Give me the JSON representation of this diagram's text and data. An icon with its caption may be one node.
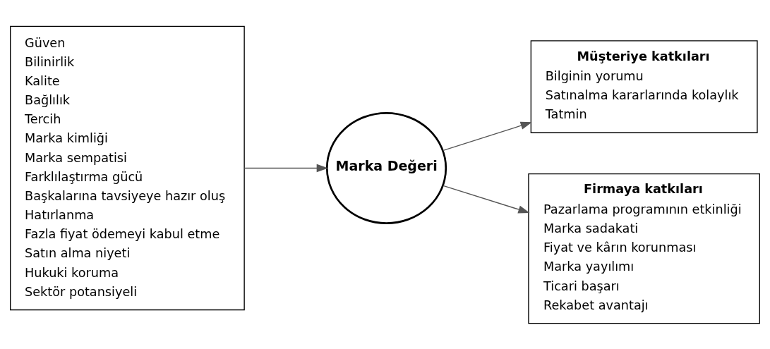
{
  "diagram": {
    "nodes": [
      {
        "text": [
          "Güven",
          "Bilinirlik",
          "Kalite",
          "Bağlılık",
          "Tercih",
          "Marka kimliği",
          "Marka sempatisi",
          "Farklılaştırma gücü",
          "Başkalarına tavsiyeye hazır oluş",
          "Hatırlanma",
          "Fazla fiyat ödemeyi kabul etme",
          "Satın alma niyeti",
          "Hukuki koruma",
          "Sektör potansiyeli"
        ]
      },
      {
        "text": [
          "Marka Değeri"
        ]
      },
      {
        "text": [
          "Müşteriye katkıları",
          "Bilginin yorumu",
          "Satınalma kararlarında kolaylık",
          "Tatmin"
        ]
      },
      {
        "text": [
          "Firmaya katkıları",
          "Pazarlama programının etkinliği",
          "Marka sadakati",
          "Fiyat ve kârın korunması",
          "Marka yayılımı",
          "Ticari başarı",
          "Rekabet avantajı"
        ]
      }
    ],
    "edges": [
      {
        "from": 0,
        "to": 1,
        "arrow": "to"
      },
      {
        "from": 1,
        "to": 2,
        "arrow": "to"
      },
      {
        "from": 1,
        "to": 3,
        "arrow": "to"
      }
    ]
  }
}
